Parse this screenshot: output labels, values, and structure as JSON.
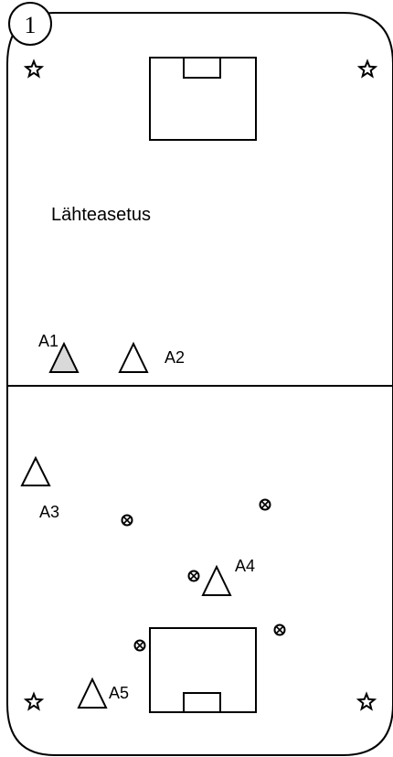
{
  "diagram": {
    "number": "1",
    "title": "Lähteasetus",
    "players": [
      {
        "id": "a1",
        "label": "A1",
        "highlighted": true
      },
      {
        "id": "a2",
        "label": "A2",
        "highlighted": false
      },
      {
        "id": "a3",
        "label": "A3",
        "highlighted": false
      },
      {
        "id": "a4",
        "label": "A4",
        "highlighted": false
      },
      {
        "id": "a5",
        "label": "A5",
        "highlighted": false
      }
    ],
    "colors": {
      "line": "#000000",
      "background": "#ffffff",
      "highlight_fill": "#d9d9d9"
    },
    "icons": {
      "corner_marker": "star-icon",
      "cone_marker": "cross-circle-icon"
    }
  }
}
